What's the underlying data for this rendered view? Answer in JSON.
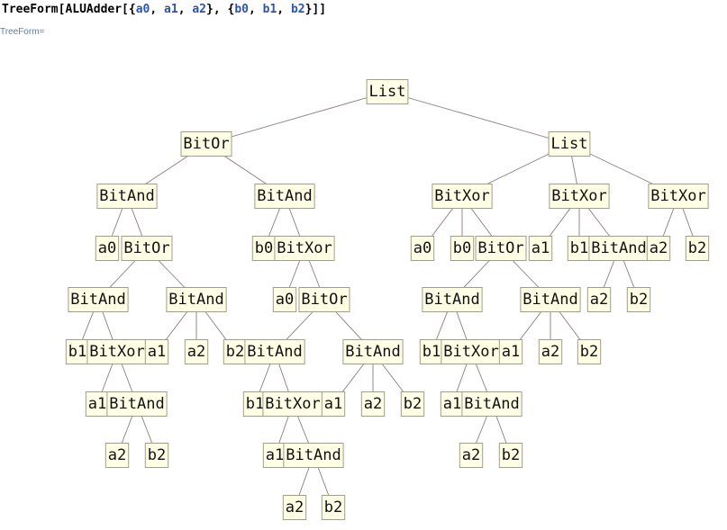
{
  "input": {
    "head": "TreeForm[ALUAdder[{",
    "a_vars": [
      "a0",
      "a1",
      "a2"
    ],
    "mid": "}, {",
    "b_vars": [
      "b0",
      "b1",
      "b2"
    ],
    "tail": "}]]"
  },
  "output_label": "TreeForm=",
  "tree": {
    "label": "List",
    "children": [
      {
        "label": "BitOr",
        "children": [
          {
            "label": "BitAnd",
            "children": [
              {
                "label": "a0"
              },
              {
                "label": "BitOr",
                "children": [
                  {
                    "label": "BitAnd",
                    "children": [
                      {
                        "label": "b1"
                      },
                      {
                        "label": "BitXor",
                        "children": [
                          {
                            "label": "a1"
                          },
                          {
                            "label": "BitAnd",
                            "children": [
                              {
                                "label": "a2"
                              },
                              {
                                "label": "b2"
                              }
                            ]
                          }
                        ]
                      }
                    ]
                  },
                  {
                    "label": "BitAnd",
                    "children": [
                      {
                        "label": "a1"
                      },
                      {
                        "label": "a2"
                      },
                      {
                        "label": "b2"
                      }
                    ]
                  }
                ]
              }
            ]
          },
          {
            "label": "BitAnd",
            "children": [
              {
                "label": "b0"
              },
              {
                "label": "BitXor",
                "children": [
                  {
                    "label": "a0"
                  },
                  {
                    "label": "BitOr",
                    "children": [
                      {
                        "label": "BitAnd",
                        "children": [
                          {
                            "label": "b1"
                          },
                          {
                            "label": "BitXor",
                            "children": [
                              {
                                "label": "a1"
                              },
                              {
                                "label": "BitAnd",
                                "children": [
                                  {
                                    "label": "a2"
                                  },
                                  {
                                    "label": "b2"
                                  }
                                ]
                              }
                            ]
                          }
                        ]
                      },
                      {
                        "label": "BitAnd",
                        "children": [
                          {
                            "label": "a1"
                          },
                          {
                            "label": "a2"
                          },
                          {
                            "label": "b2"
                          }
                        ]
                      }
                    ]
                  }
                ]
              }
            ]
          }
        ]
      },
      {
        "label": "List",
        "children": [
          {
            "label": "BitXor",
            "children": [
              {
                "label": "a0"
              },
              {
                "label": "b0"
              },
              {
                "label": "BitOr",
                "children": [
                  {
                    "label": "BitAnd",
                    "children": [
                      {
                        "label": "b1"
                      },
                      {
                        "label": "BitXor",
                        "children": [
                          {
                            "label": "a1"
                          },
                          {
                            "label": "BitAnd",
                            "children": [
                              {
                                "label": "a2"
                              },
                              {
                                "label": "b2"
                              }
                            ]
                          }
                        ]
                      }
                    ]
                  },
                  {
                    "label": "BitAnd",
                    "children": [
                      {
                        "label": "a1"
                      },
                      {
                        "label": "a2"
                      },
                      {
                        "label": "b2"
                      }
                    ]
                  }
                ]
              }
            ]
          },
          {
            "label": "BitXor",
            "children": [
              {
                "label": "a1"
              },
              {
                "label": "b1"
              },
              {
                "label": "BitAnd",
                "children": [
                  {
                    "label": "a2"
                  },
                  {
                    "label": "b2"
                  }
                ]
              }
            ]
          },
          {
            "label": "BitXor",
            "children": [
              {
                "label": "a2"
              },
              {
                "label": "b2"
              }
            ]
          }
        ]
      }
    ]
  },
  "colors": {
    "node_fill": "#ffffe6",
    "node_border": "#a09d8a",
    "edge": "#8a7d7d",
    "var_color": "#2b55b0",
    "label_color": "#5a7fa6"
  }
}
